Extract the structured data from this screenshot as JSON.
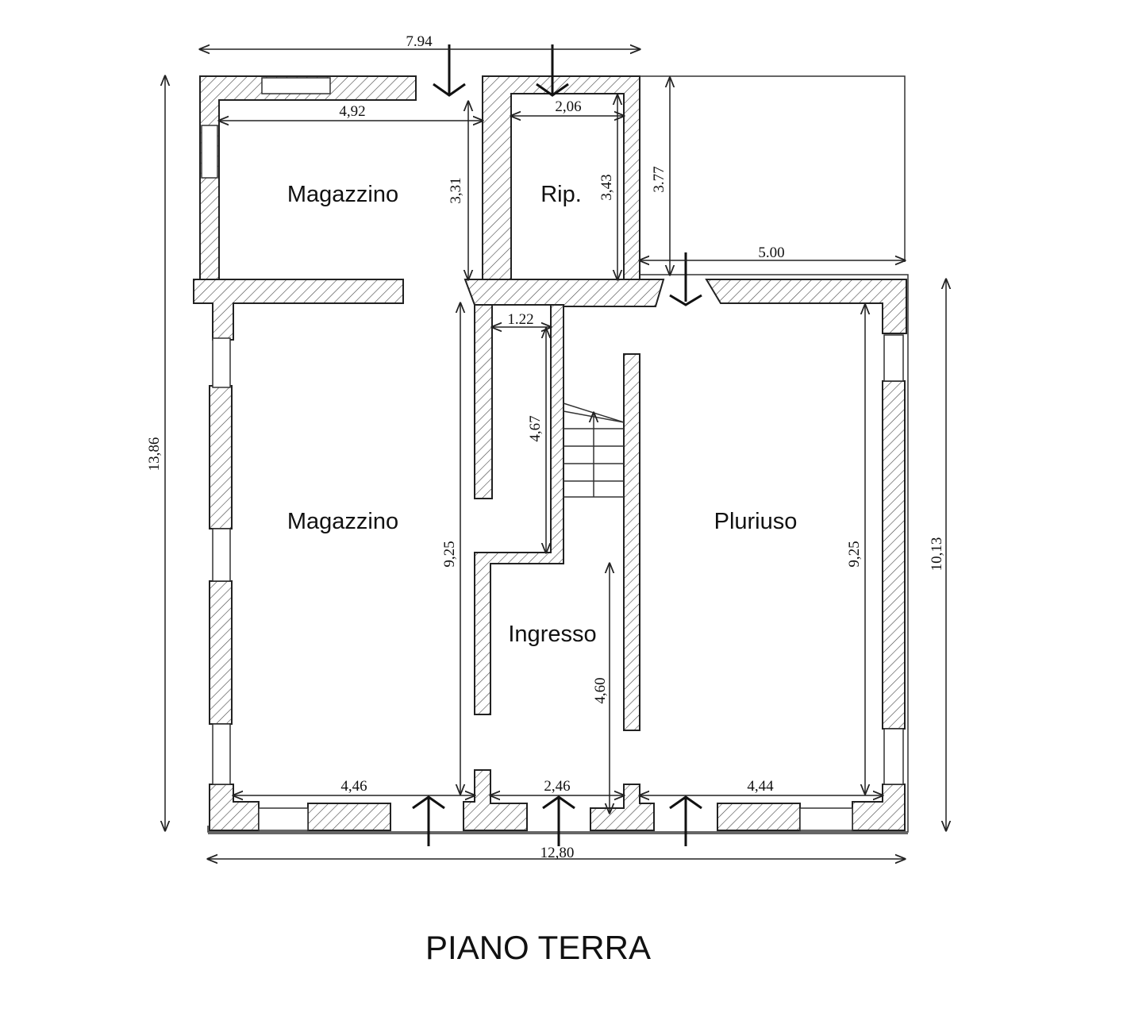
{
  "title": "PIANO TERRA",
  "rooms": {
    "magazzino_top": "Magazzino",
    "rip": "Rip.",
    "magazzino_main": "Magazzino",
    "ingresso": "Ingresso",
    "pluriuso": "Pluriuso"
  },
  "dimensions": {
    "top_total": "7.94",
    "magazzino_top_width": "4,92",
    "magazzino_top_depth": "3,31",
    "rip_width": "2,06",
    "rip_depth": "3,43",
    "patio_depth": "3.77",
    "patio_width": "5.00",
    "corridor_width": "1.22",
    "corridor_length": "4,67",
    "left_total": "13,86",
    "magazzino_main_depth": "9,25",
    "pluriuso_depth": "9,25",
    "right_total": "10,13",
    "ingresso_depth": "4,60",
    "magazzino_main_width": "4,46",
    "ingresso_width": "2,46",
    "pluriuso_width": "4,44",
    "bottom_total": "12,80"
  }
}
